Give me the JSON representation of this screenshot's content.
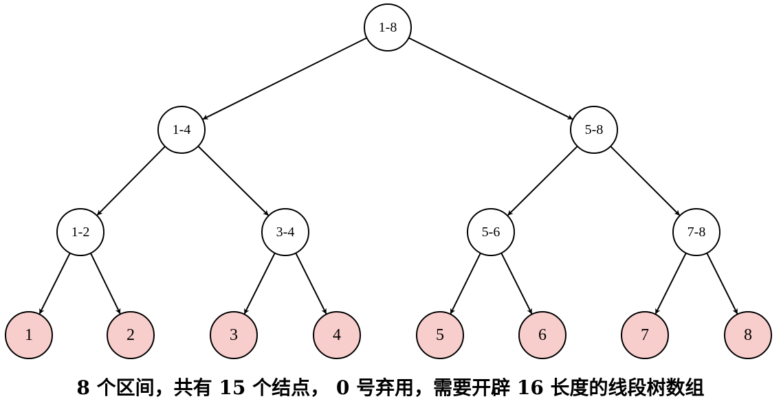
{
  "diagram": {
    "nodes": [
      {
        "id": "n1",
        "label": "1-8",
        "leaf": false
      },
      {
        "id": "n2",
        "label": "1-4",
        "leaf": false
      },
      {
        "id": "n3",
        "label": "5-8",
        "leaf": false
      },
      {
        "id": "n4",
        "label": "1-2",
        "leaf": false
      },
      {
        "id": "n5",
        "label": "3-4",
        "leaf": false
      },
      {
        "id": "n6",
        "label": "5-6",
        "leaf": false
      },
      {
        "id": "n7",
        "label": "7-8",
        "leaf": false
      },
      {
        "id": "n8",
        "label": "1",
        "leaf": true
      },
      {
        "id": "n9",
        "label": "2",
        "leaf": true
      },
      {
        "id": "n10",
        "label": "3",
        "leaf": true
      },
      {
        "id": "n11",
        "label": "4",
        "leaf": true
      },
      {
        "id": "n12",
        "label": "5",
        "leaf": true
      },
      {
        "id": "n13",
        "label": "6",
        "leaf": true
      },
      {
        "id": "n14",
        "label": "7",
        "leaf": true
      },
      {
        "id": "n15",
        "label": "8",
        "leaf": true
      }
    ],
    "edges": [
      [
        "n1",
        "n2"
      ],
      [
        "n1",
        "n3"
      ],
      [
        "n2",
        "n4"
      ],
      [
        "n2",
        "n5"
      ],
      [
        "n3",
        "n6"
      ],
      [
        "n3",
        "n7"
      ],
      [
        "n4",
        "n8"
      ],
      [
        "n4",
        "n9"
      ],
      [
        "n5",
        "n10"
      ],
      [
        "n5",
        "n11"
      ],
      [
        "n6",
        "n12"
      ],
      [
        "n6",
        "n13"
      ],
      [
        "n7",
        "n14"
      ],
      [
        "n7",
        "n15"
      ]
    ],
    "colors": {
      "internal_fill": "#ffffff",
      "leaf_fill": "#f8cecc",
      "stroke": "#000000"
    }
  },
  "caption": "8 个区间，共有 15 个结点， 0 号弃用，需要开辟 16 长度的线段树数组"
}
